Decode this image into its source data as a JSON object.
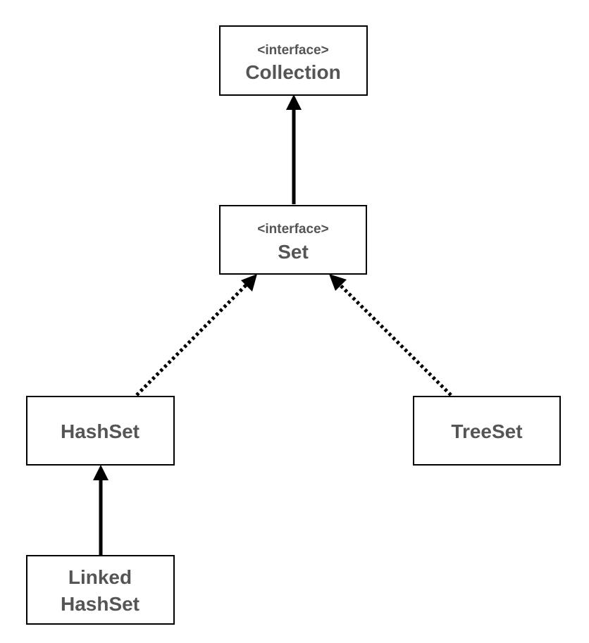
{
  "diagram": {
    "nodes": {
      "collection": {
        "stereotype": "<interface>",
        "name": "Collection"
      },
      "set": {
        "stereotype": "<interface>",
        "name": "Set"
      },
      "hashset": {
        "name": "HashSet"
      },
      "treeset": {
        "name": "TreeSet"
      },
      "linkedhashset": {
        "name_line1": "Linked",
        "name_line2": "HashSet"
      }
    }
  }
}
